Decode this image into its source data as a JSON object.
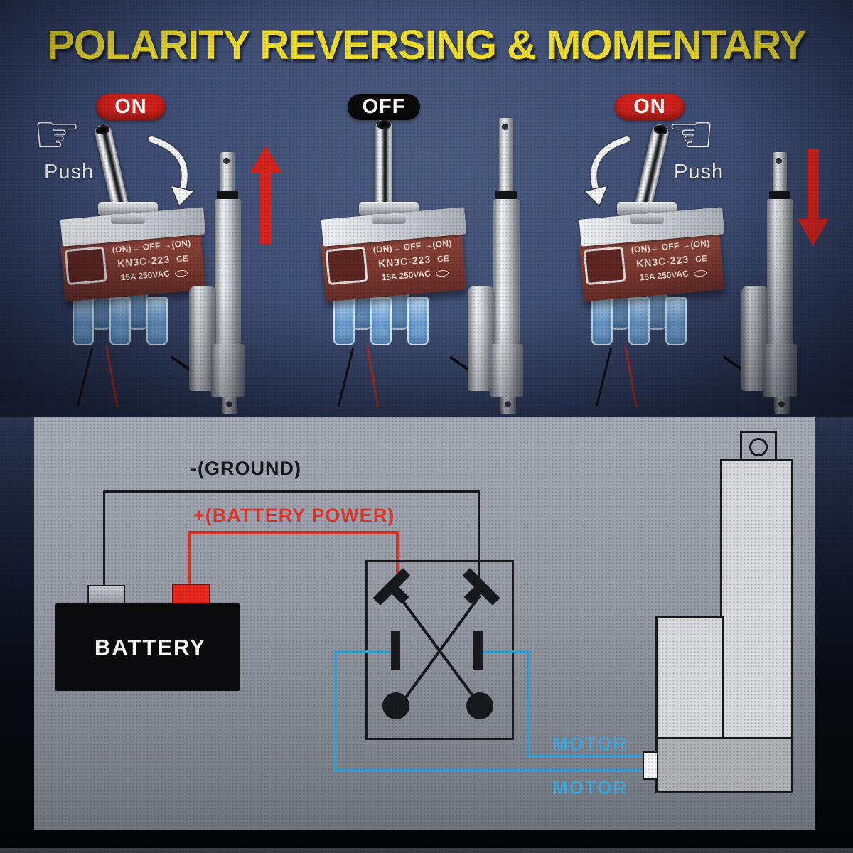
{
  "title": "POLARITY REVERSING & MOMENTARY",
  "switches": [
    {
      "state": "ON",
      "push": "Push"
    },
    {
      "state": "OFF"
    },
    {
      "state": "ON",
      "push": "Push"
    }
  ],
  "switch_markings": {
    "positions": "(ON)← OFF →(ON)",
    "model": "KN3C-223",
    "ce": "CE",
    "rating": "15A 250VAC"
  },
  "wiring": {
    "ground": "-(GROUND)",
    "battery_power": "+(BATTERY POWER)",
    "battery": "BATTERY",
    "motor_top": "MOTOR",
    "motor_bottom": "MOTOR"
  },
  "icons": {
    "hand_right": "☞",
    "hand_left": "☜"
  },
  "colors": {
    "title_yellow": "#f0df2e",
    "on_red": "#cf221d",
    "off_black": "#0b0b0b",
    "arrow_red": "#d8231d",
    "wire_red": "#d7372b",
    "wire_black": "#17191d",
    "wire_blue": "#36a1d8",
    "switch_body_maroon": "#7a382f",
    "panel_gray": "#979ba5"
  }
}
